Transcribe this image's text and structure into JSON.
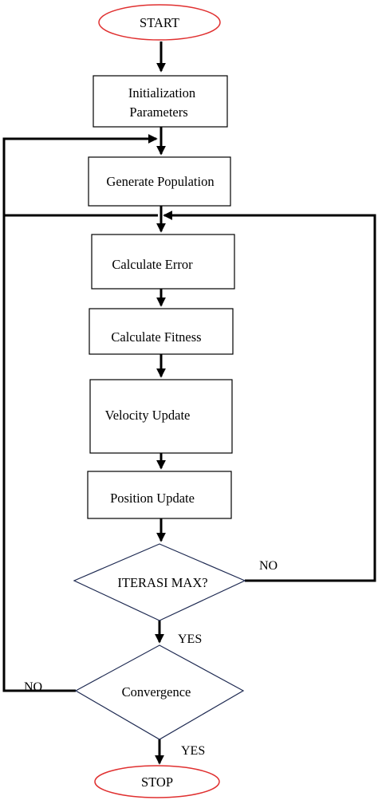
{
  "nodes": {
    "start": "START",
    "init_line1": "Initialization",
    "init_line2": "Parameters",
    "generate": "Generate Population",
    "calc_error": "Calculate Error",
    "calc_fitness": "Calculate Fitness",
    "velocity": "Velocity Update",
    "position": "Position Update",
    "iter_max": "ITERASI MAX?",
    "convergence": "Convergence",
    "stop": "STOP"
  },
  "edges": {
    "iter_no": "NO",
    "iter_yes": "YES",
    "conv_no": "NO",
    "conv_yes": "YES"
  },
  "colors": {
    "terminal_border": "#e03030",
    "decision_border": "#1e2a52",
    "box_border": "#000000",
    "line": "#000000"
  }
}
